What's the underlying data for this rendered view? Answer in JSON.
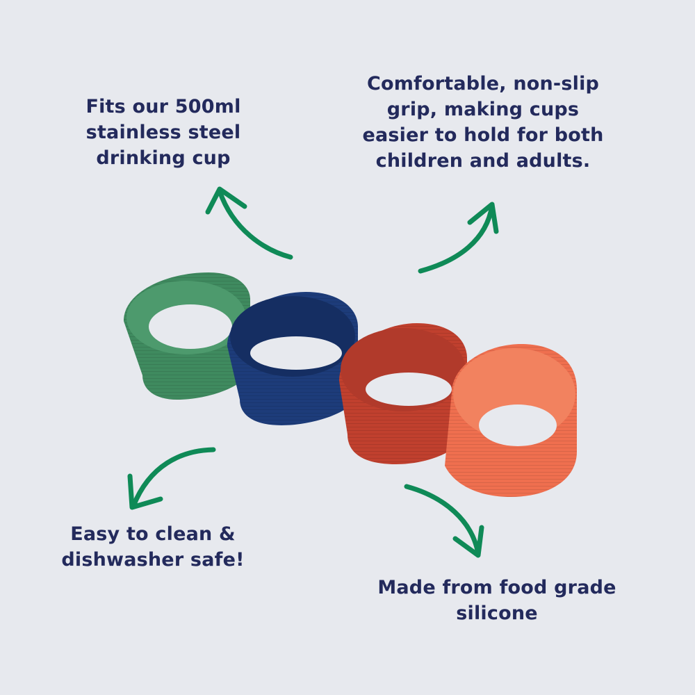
{
  "callouts": {
    "top_left": [
      "Fits our 500ml",
      "stainless steel",
      "drinking cup"
    ],
    "top_right": [
      "Comfortable, non-slip",
      "grip, making cups",
      "easier to hold for both",
      "children and adults."
    ],
    "bottom_left": [
      "Easy to clean &",
      "dishwasher safe!"
    ],
    "bottom_right": [
      "Made from food grade",
      "silicone"
    ]
  },
  "colors": {
    "background": "#e7e9ee",
    "text": "#232a5c",
    "arrow": "#0f8a57",
    "sleeve_green": "#3f8a5f",
    "sleeve_blue": "#1d3c7a",
    "sleeve_red": "#c0402e",
    "sleeve_coral": "#ef6f4f"
  }
}
